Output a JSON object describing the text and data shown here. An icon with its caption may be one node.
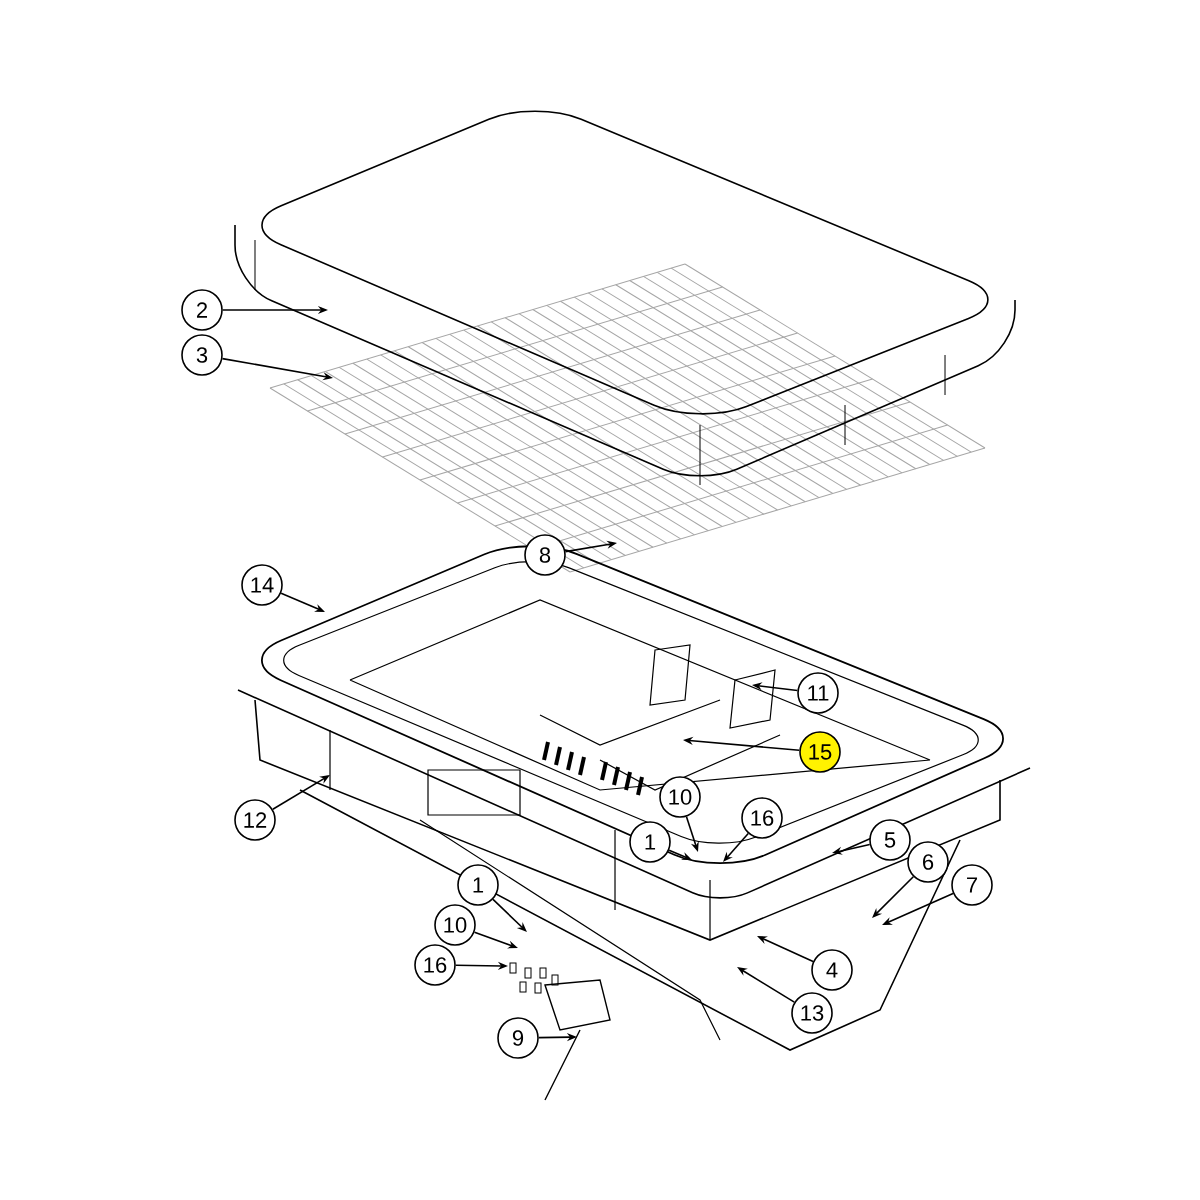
{
  "diagram": {
    "nodes": [
      {
        "text": [
          "2"
        ]
      },
      {
        "text": [
          "3"
        ]
      },
      {
        "text": [
          "8"
        ]
      },
      {
        "text": [
          "14"
        ]
      },
      {
        "text": [
          "11"
        ]
      },
      {
        "text": [
          "15"
        ]
      },
      {
        "text": [
          "10"
        ]
      },
      {
        "text": [
          "12"
        ]
      },
      {
        "text": [
          "16"
        ]
      },
      {
        "text": [
          "5"
        ]
      },
      {
        "text": [
          "1"
        ]
      },
      {
        "text": [
          "6"
        ]
      },
      {
        "text": [
          "7"
        ]
      },
      {
        "text": [
          "1"
        ]
      },
      {
        "text": [
          "10"
        ]
      },
      {
        "text": [
          "16"
        ]
      },
      {
        "text": [
          "4"
        ]
      },
      {
        "text": [
          "13"
        ]
      },
      {
        "text": [
          "9"
        ]
      }
    ],
    "edges": [
      {
        "from": 0,
        "to": null,
        "arrow": "to"
      },
      {
        "from": 1,
        "to": null,
        "arrow": "to"
      },
      {
        "from": 2,
        "to": null,
        "arrow": "to"
      },
      {
        "from": 3,
        "to": null,
        "arrow": "to"
      },
      {
        "from": 4,
        "to": null,
        "arrow": "to"
      },
      {
        "from": 5,
        "to": null,
        "arrow": "to"
      },
      {
        "from": 6,
        "to": null,
        "arrow": "to"
      },
      {
        "from": 7,
        "to": null,
        "arrow": "to"
      },
      {
        "from": 8,
        "to": null,
        "arrow": "to"
      },
      {
        "from": 9,
        "to": null,
        "arrow": "to"
      },
      {
        "from": 10,
        "to": null,
        "arrow": "to"
      },
      {
        "from": 11,
        "to": null,
        "arrow": "to"
      },
      {
        "from": 12,
        "to": null,
        "arrow": "to"
      },
      {
        "from": 13,
        "to": null,
        "arrow": "to"
      },
      {
        "from": 14,
        "to": null,
        "arrow": "to"
      },
      {
        "from": 15,
        "to": null,
        "arrow": "to"
      },
      {
        "from": 16,
        "to": null,
        "arrow": "to"
      },
      {
        "from": 17,
        "to": null,
        "arrow": "to"
      },
      {
        "from": 18,
        "to": null,
        "arrow": "to"
      }
    ]
  }
}
